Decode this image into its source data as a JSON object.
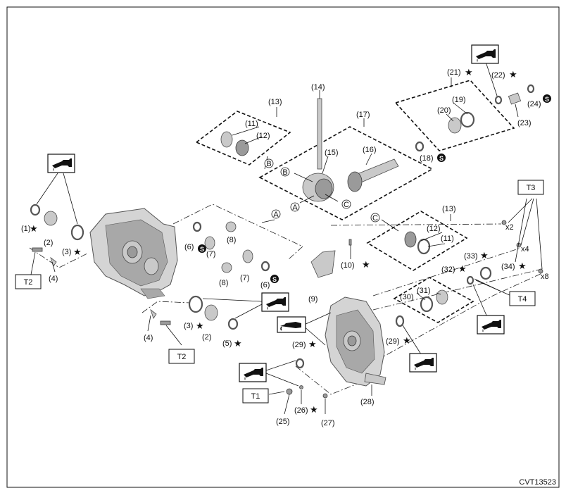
{
  "figure_id": "CVT13523",
  "symbols": {
    "star": "★",
    "seal": "S"
  },
  "icons": [
    "oil-can-icon",
    "grease-tube-icon",
    "seal-symbol-icon",
    "star-icon"
  ],
  "torque_boxes": [
    "T1",
    "T2",
    "T2",
    "T3",
    "T4"
  ],
  "multipliers": [
    "x2",
    "x4",
    "x8"
  ],
  "groups": [
    "(13)",
    "(13)",
    "(17)",
    "(21)"
  ],
  "callouts": {
    "c1": "(1)",
    "c2a": "(2)",
    "c3a": "(3)",
    "c4a": "(4)",
    "c2b": "(2)",
    "c3b": "(3)",
    "c4b": "(4)",
    "c5": "(5)",
    "c6a": "(6)",
    "c6b": "(6)",
    "c7a": "(7)",
    "c7b": "(7)",
    "c8a": "(8)",
    "c8b": "(8)",
    "c9": "(9)",
    "c10": "(10)",
    "c11a": "(11)",
    "c12a": "(12)",
    "c11b": "(11)",
    "c12b": "(12)",
    "c14": "(14)",
    "c15": "(15)",
    "c16": "(16)",
    "c18": "(18)",
    "c19": "(19)",
    "c20": "(20)",
    "c22": "(22)",
    "c23": "(23)",
    "c24": "(24)",
    "c25": "(25)",
    "c26": "(26)",
    "c27": "(27)",
    "c28": "(28)",
    "c29a": "(29)",
    "c29b": "(29)",
    "c30": "(30)",
    "c31": "(31)",
    "c32": "(32)",
    "c33": "(33)",
    "c34": "(34)"
  },
  "circle_letters": [
    "A",
    "B",
    "C"
  ],
  "colors": {
    "line": "#111111",
    "part": "#c9c9c9",
    "part_dark": "#9a9a9a",
    "background": "#ffffff"
  }
}
